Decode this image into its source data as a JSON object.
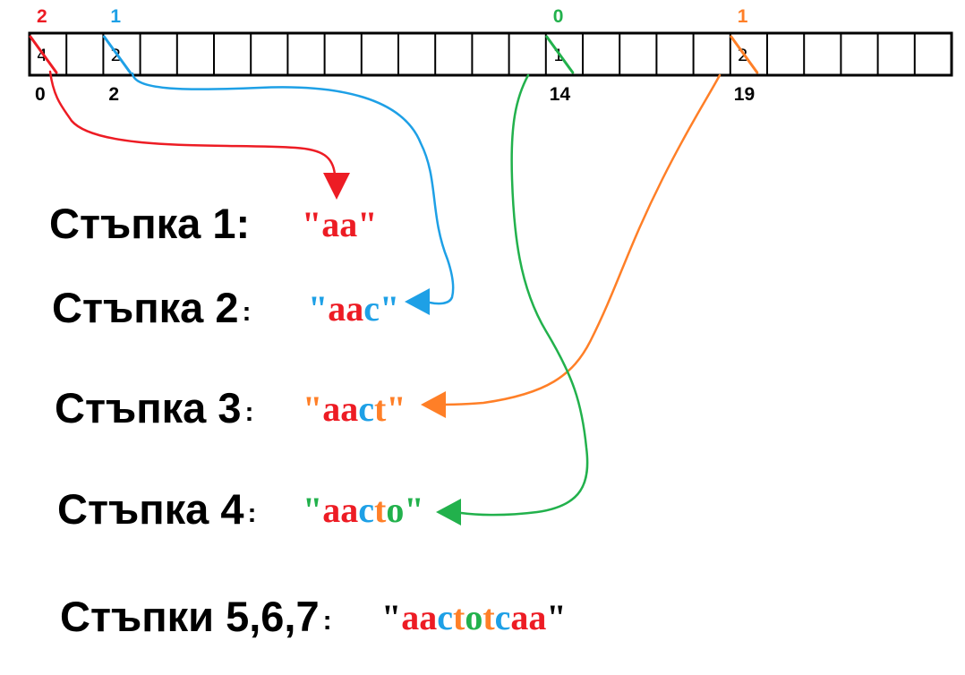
{
  "colors": {
    "red": "#ed1c24",
    "blue": "#1ea0e6",
    "green": "#22b14c",
    "orange": "#ff7f27",
    "black": "#000000"
  },
  "array": {
    "cell_count": 25,
    "cells": [
      {
        "index": 0,
        "value": "4",
        "crossed_color": "red",
        "counter": "2",
        "index_label": "0"
      },
      {
        "index": 2,
        "value": "2",
        "crossed_color": "blue",
        "counter": "1",
        "index_label": "2"
      },
      {
        "index": 14,
        "value": "1",
        "crossed_color": "green",
        "counter": "0",
        "index_label": "14"
      },
      {
        "index": 19,
        "value": "2",
        "crossed_color": "orange",
        "counter": "1",
        "index_label": "19"
      }
    ]
  },
  "steps": [
    {
      "label": "Стъпка 1:",
      "colon": "",
      "arrow_color": "red",
      "value": [
        {
          "t": "\"",
          "c": "red"
        },
        {
          "t": "aa",
          "c": "red"
        },
        {
          "t": "\"",
          "c": "red"
        }
      ]
    },
    {
      "label": "Стъпка 2",
      "colon": ":",
      "arrow_color": "blue",
      "value": [
        {
          "t": "\"",
          "c": "blue"
        },
        {
          "t": "aa",
          "c": "red"
        },
        {
          "t": "c",
          "c": "blue"
        },
        {
          "t": "\"",
          "c": "blue"
        }
      ]
    },
    {
      "label": "Стъпка 3",
      "colon": ":",
      "arrow_color": "orange",
      "value": [
        {
          "t": "\"",
          "c": "orange"
        },
        {
          "t": "aa",
          "c": "red"
        },
        {
          "t": "c",
          "c": "blue"
        },
        {
          "t": "t",
          "c": "orange"
        },
        {
          "t": "\"",
          "c": "orange"
        }
      ]
    },
    {
      "label": "Стъпка 4",
      "colon": ":",
      "arrow_color": "green",
      "value": [
        {
          "t": "\"",
          "c": "green"
        },
        {
          "t": "aa",
          "c": "red"
        },
        {
          "t": "c",
          "c": "blue"
        },
        {
          "t": "t",
          "c": "orange"
        },
        {
          "t": "o",
          "c": "green"
        },
        {
          "t": "\"",
          "c": "green"
        }
      ]
    },
    {
      "label": "Стъпки 5,6,7",
      "colon": ":",
      "arrow_color": null,
      "value": [
        {
          "t": "\"",
          "c": "black"
        },
        {
          "t": "aa",
          "c": "red"
        },
        {
          "t": "c",
          "c": "blue"
        },
        {
          "t": "t",
          "c": "orange"
        },
        {
          "t": "o",
          "c": "green"
        },
        {
          "t": "t",
          "c": "orange"
        },
        {
          "t": "c",
          "c": "blue"
        },
        {
          "t": "aa",
          "c": "red"
        },
        {
          "t": "\"",
          "c": "black"
        }
      ]
    }
  ]
}
